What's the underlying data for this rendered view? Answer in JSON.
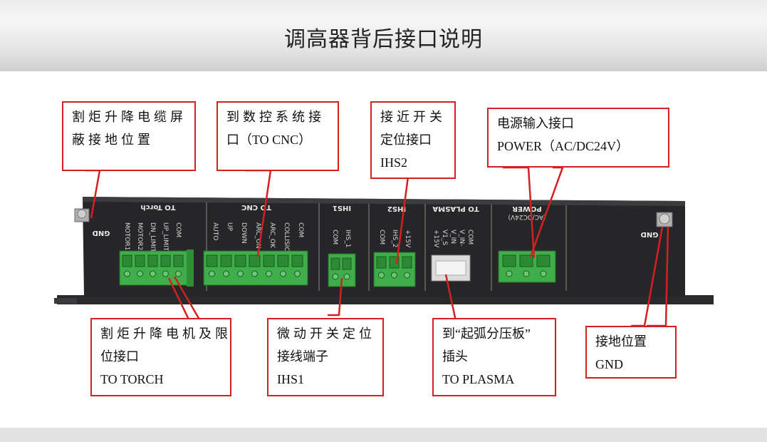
{
  "title": "调高器背后接口说明",
  "callouts": {
    "gnd_shield": {
      "line1": "割炬升降电缆屏",
      "line2": "蔽接地位置"
    },
    "to_cnc": {
      "line1": "到数控系统接",
      "line2": "口（TO CNC）"
    },
    "ihs2": {
      "line1": "接近开关",
      "line2": "定位接口",
      "line3": "IHS2"
    },
    "power": {
      "line1": "电源输入接口",
      "line2": "POWER（AC/DC24V）"
    },
    "to_torch": {
      "line1": "割炬升降电机及限",
      "line2": "位接口",
      "line3": "TO TORCH"
    },
    "ihs1": {
      "line1": "微动开关定位",
      "line2": "接线端子",
      "line3": "IHS1"
    },
    "to_plasma": {
      "line1": "到“起弧分压板”",
      "line2": "插头",
      "line3": "TO PLASMA"
    },
    "gnd": {
      "line1": "接地位置",
      "line2": "GND"
    }
  },
  "panel": {
    "gnd_left": "GND",
    "gnd_right": "GND",
    "sections": [
      "TO Torch",
      "TO CNC",
      "IHS1",
      "IHS2",
      "TO PLASMA",
      "POWER",
      "(AC/DC24V)"
    ],
    "pins_torch": [
      "MOTOR1",
      "MOTOR2",
      "DN_LIMIT",
      "UP_LIMIT",
      "COM"
    ],
    "pins_cnc": [
      "AUTO",
      "UP",
      "DOWN",
      "ARC_ON",
      "ARC_OK",
      "COLLISION",
      "COM"
    ],
    "pins_ihs1": [
      "COM",
      "IHS_1"
    ],
    "pins_ihs2": [
      "COM",
      "IHS_2",
      "+15V"
    ],
    "pins_plasma": [
      "+15V",
      "V1_S",
      "V_IN",
      "V_IN-",
      "COM"
    ]
  }
}
